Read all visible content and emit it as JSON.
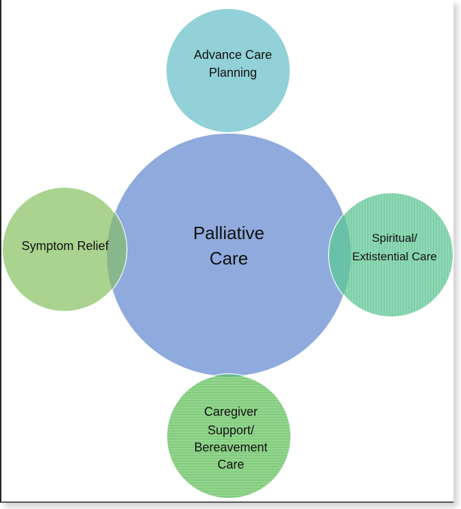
{
  "diagram": {
    "center": {
      "line1": "Palliative",
      "line2": "Care",
      "color": "#8faadc"
    },
    "top": {
      "line1": "Advance Care",
      "line2": "Planning",
      "color": "#8dd0d6"
    },
    "left": {
      "line1": "Symptom Relief",
      "color": "#a9d38f"
    },
    "right": {
      "line1": "Spiritual/",
      "line2": "Extistential Care",
      "color": "#8fd9b5"
    },
    "bottom": {
      "line1": "Caregiver",
      "line2": "Support/",
      "line3": "Bereavement",
      "line4": "Care",
      "color": "#93d68e"
    }
  }
}
